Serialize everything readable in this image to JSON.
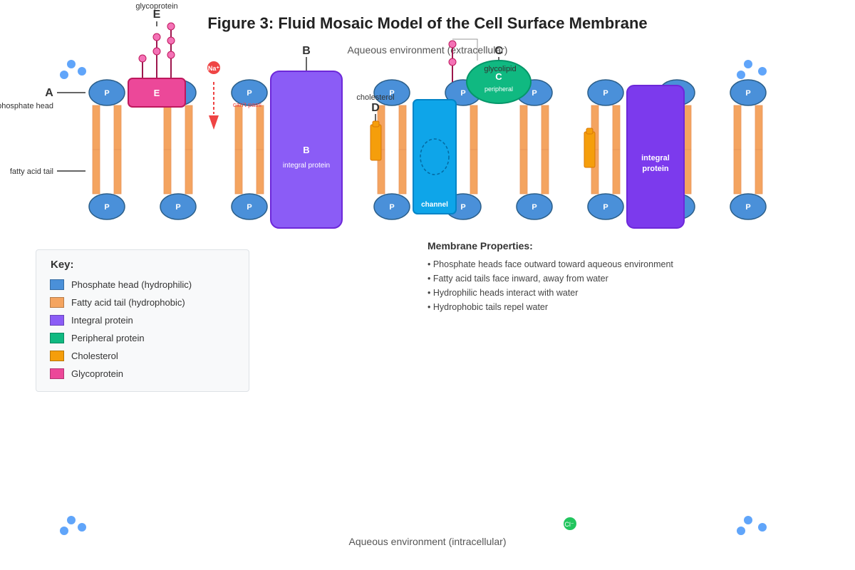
{
  "title": "Figure 3: Fluid Mosaic Model of the Cell Surface Membrane",
  "environment": {
    "top": "Aqueous environment (extracellular)",
    "bottom": "Aqueous environment (intracellular)"
  },
  "phosphate_symbol": "P",
  "labels": {
    "A": "A",
    "A_text": "phosphate head",
    "tail_text": "fatty acid tail",
    "B": "B",
    "B_text": "integral protein",
    "C": "C",
    "C_glycolipid": "glycolipid",
    "C_peripheral": "peripheral",
    "D": "D",
    "D_text": "cholesterol",
    "E": "E",
    "E_text": "glycoprotein",
    "channel": "channel",
    "integral2": [
      "integral",
      "protein"
    ],
    "na_ion": "Na⁺",
    "na_text": "can't pass",
    "cl_ion": "Cl⁻"
  },
  "key": {
    "title": "Key:",
    "items": [
      {
        "label": "Phosphate head (hydrophilic)",
        "color": "#4a90d9"
      },
      {
        "label": "Fatty acid tail (hydrophobic)",
        "color": "#f4a460"
      },
      {
        "label": "Integral protein",
        "color": "#8b5cf6"
      },
      {
        "label": "Peripheral protein",
        "color": "#10b981"
      },
      {
        "label": "Cholesterol",
        "color": "#f59e0b"
      },
      {
        "label": "Glycoprotein",
        "color": "#ec4899"
      }
    ]
  },
  "properties": {
    "title": "Membrane Properties:",
    "lines": [
      "• Phosphate heads face outward toward aqueous environment",
      "• Fatty acid tails face inward, away from water",
      "• Hydrophilic heads interact with water",
      "• Hydrophobic tails repel water"
    ]
  },
  "colors": {
    "phosphate": "#4a90d9",
    "tail": "#f4a460",
    "integral": "#8b5cf6",
    "integral_dark": "#7c3aed",
    "peripheral": "#10b981",
    "cholesterol": "#f59e0b",
    "glycoprotein": "#ec4899",
    "channel": "#0ea5e9",
    "sodium": "#ef4444",
    "chloride": "#22c55e",
    "water": "#60a5fa"
  }
}
